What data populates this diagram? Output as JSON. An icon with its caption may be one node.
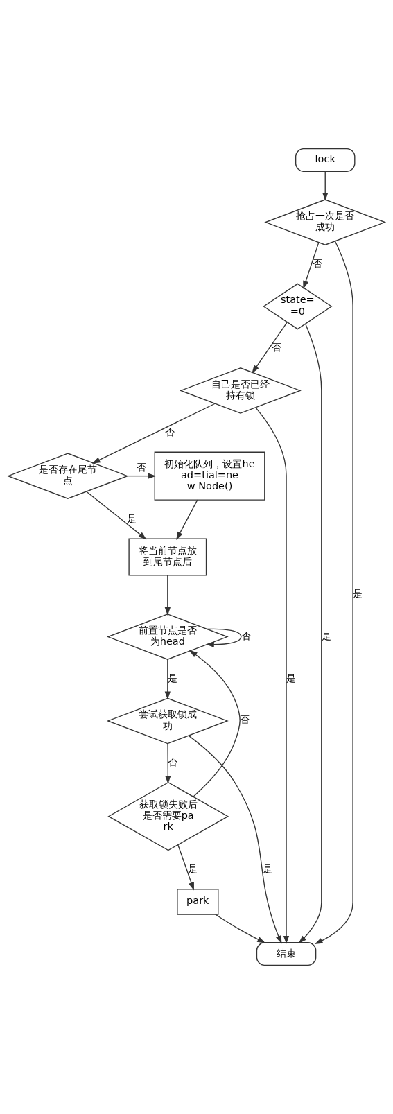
{
  "diagram": {
    "nodes": [
      {
        "text": [
          "lock"
        ]
      },
      {
        "text": [
          "抢占一次是否成功"
        ]
      },
      {
        "text": [
          "state==0"
        ]
      },
      {
        "text": [
          "自己是否已经持有锁"
        ]
      },
      {
        "text": [
          "是否存在尾节点"
        ]
      },
      {
        "text": [
          "初始化队列，设置head=tial=new Node()"
        ]
      },
      {
        "text": [
          "将当前节点放到尾节点后"
        ]
      },
      {
        "text": [
          "前置节点是否为head"
        ]
      },
      {
        "text": [
          "尝试获取锁成功"
        ]
      },
      {
        "text": [
          "获取锁失败后是否需要park"
        ]
      },
      {
        "text": [
          "park"
        ]
      },
      {
        "text": [
          "结束"
        ]
      }
    ],
    "edges": [
      {
        "from": 0,
        "to": 1,
        "arrow": "to"
      },
      {
        "from": 1,
        "to": 2,
        "arrow": "to",
        "label": "否"
      },
      {
        "from": 1,
        "to": 11,
        "arrow": "to",
        "label": "是"
      },
      {
        "from": 2,
        "to": 3,
        "arrow": "to",
        "label": "否"
      },
      {
        "from": 2,
        "to": 11,
        "arrow": "to",
        "label": "是"
      },
      {
        "from": 3,
        "to": 4,
        "arrow": "to",
        "label": "否"
      },
      {
        "from": 3,
        "to": 11,
        "arrow": "to",
        "label": "是"
      },
      {
        "from": 4,
        "to": 5,
        "arrow": "to",
        "label": "否"
      },
      {
        "from": 4,
        "to": 6,
        "arrow": "to",
        "label": "是"
      },
      {
        "from": 5,
        "to": 6,
        "arrow": "to"
      },
      {
        "from": 6,
        "to": 7,
        "arrow": "to"
      },
      {
        "from": 7,
        "to": 7,
        "arrow": "to",
        "label": "否"
      },
      {
        "from": 7,
        "to": 8,
        "arrow": "to",
        "label": "是"
      },
      {
        "from": 8,
        "to": 9,
        "arrow": "to",
        "label": "否"
      },
      {
        "from": 8,
        "to": 11,
        "arrow": "to",
        "label": "是"
      },
      {
        "from": 9,
        "to": 7,
        "arrow": "to",
        "label": "否"
      },
      {
        "from": 9,
        "to": 10,
        "arrow": "to",
        "label": "是"
      },
      {
        "from": 10,
        "to": 11,
        "arrow": "to"
      }
    ]
  }
}
